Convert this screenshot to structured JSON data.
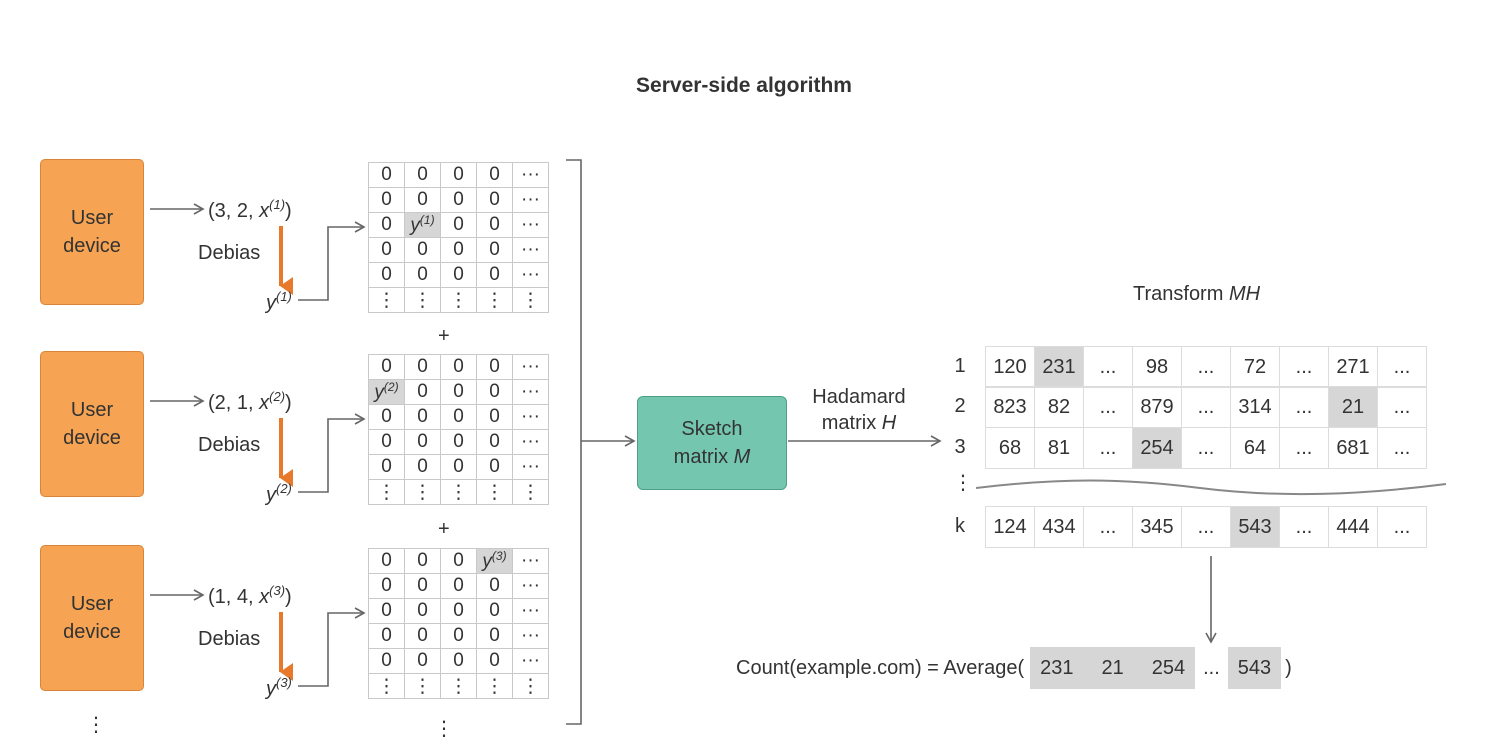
{
  "title": "Server-side algorithm",
  "devices": [
    {
      "label_line1": "User",
      "label_line2": "device",
      "tuple_prefix": "(3, 2, ",
      "x_var": "x",
      "x_sup": "(1)",
      "tuple_suffix": ")",
      "debias": "Debias",
      "y_var": "y",
      "y_sup": "(1)"
    },
    {
      "label_line1": "User",
      "label_line2": "device",
      "tuple_prefix": "(2, 1, ",
      "x_var": "x",
      "x_sup": "(2)",
      "tuple_suffix": ")",
      "debias": "Debias",
      "y_var": "y",
      "y_sup": "(2)"
    },
    {
      "label_line1": "User",
      "label_line2": "device",
      "tuple_prefix": "(1, 4, ",
      "x_var": "x",
      "x_sup": "(3)",
      "tuple_suffix": ")",
      "debias": "Debias",
      "y_var": "y",
      "y_sup": "(3)"
    }
  ],
  "matrix_zero": "0",
  "matrix_hdots": "···",
  "matrix_vdots": "⋮",
  "plus": "+",
  "sketch_line1": "Sketch",
  "sketch_line2": "matrix ",
  "sketch_var": "M",
  "hadamard_line1": "Hadamard",
  "hadamard_line2": "matrix ",
  "hadamard_var": "H",
  "transform_label": "Transform ",
  "transform_var": "MH",
  "mh_rows": [
    {
      "label": "1",
      "cells": [
        "120",
        "231",
        "...",
        "98",
        "...",
        "72",
        "...",
        "271",
        "..."
      ]
    },
    {
      "label": "2",
      "cells": [
        "823",
        "82",
        "...",
        "879",
        "...",
        "314",
        "...",
        "21",
        "..."
      ]
    },
    {
      "label": "3",
      "cells": [
        "68",
        "81",
        "...",
        "254",
        "...",
        "64",
        "...",
        "681",
        "..."
      ]
    },
    {
      "label": "k",
      "cells": [
        "124",
        "434",
        "...",
        "345",
        "...",
        "543",
        "...",
        "444",
        "..."
      ]
    }
  ],
  "mh_vdots": "⋮",
  "result": {
    "prefix": "Count(example.com) = Average(",
    "values": [
      "231",
      "21",
      "254"
    ],
    "ellipsis": "...",
    "last": "543",
    "suffix": ")"
  },
  "colors": {
    "device_fill": "#f6a453",
    "arrow_orange": "#e8782a",
    "sketch_fill": "#74c7ae",
    "highlight": "#d6d6d6"
  }
}
